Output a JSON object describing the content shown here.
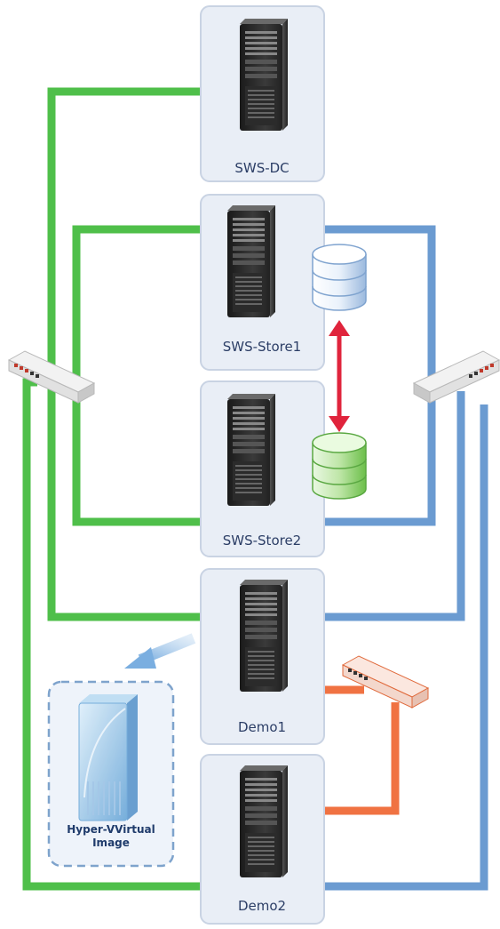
{
  "servers": {
    "dc": {
      "label": "SWS-DC",
      "icon": "server-tower-icon"
    },
    "store1": {
      "label": "SWS-Store1",
      "icon": "server-tower-icon"
    },
    "store2": {
      "label": "SWS-Store2",
      "icon": "server-tower-icon"
    },
    "demo1": {
      "label": "Demo1",
      "icon": "server-tower-icon"
    },
    "demo2": {
      "label": "Demo2",
      "icon": "server-tower-icon"
    }
  },
  "virtual_image": {
    "line1": "Hyper-VVirtual",
    "line2": "Image",
    "icon": "virtual-server-icon"
  },
  "storage": {
    "primary": {
      "icon": "database-blue-icon"
    },
    "replica": {
      "icon": "database-green-icon"
    },
    "sync_icon": "bidirectional-arrow-icon"
  },
  "switches": {
    "left": {
      "icon": "network-switch-icon"
    },
    "right": {
      "icon": "network-switch-icon"
    },
    "private": {
      "icon": "network-switch-orange-icon"
    }
  },
  "colors": {
    "green_network": "#4fbf4a",
    "blue_network": "#6b9bd1",
    "orange_network": "#f07242",
    "sync_arrow": "#e0243c",
    "panel_fill": "#e9eef6",
    "panel_border": "#c9d3e3",
    "label_text": "#2c3e66"
  }
}
